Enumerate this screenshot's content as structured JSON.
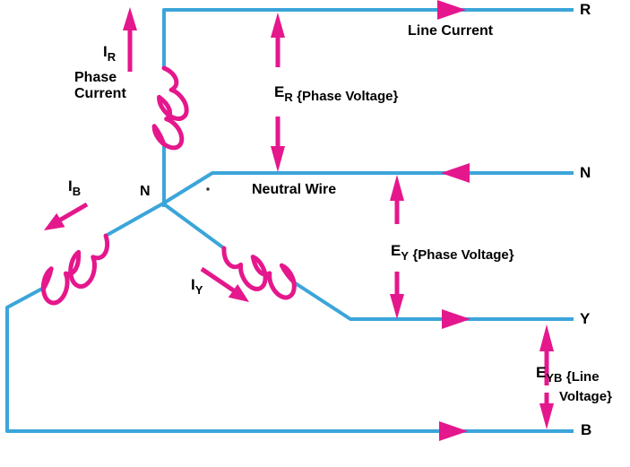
{
  "colors": {
    "wire_blue": "#3BA5DA",
    "accent_pink": "#E5178C",
    "text": "#000000"
  },
  "terminals": {
    "r": "R",
    "n": "N",
    "y": "Y",
    "b": "B"
  },
  "junction": {
    "label": "N"
  },
  "annotations": {
    "line_current": "Line Current",
    "neutral_wire": "Neutral Wire",
    "phase_current": {
      "line1": "Phase",
      "line2": "Current"
    },
    "i_r": {
      "symbol": "I",
      "sub": "R"
    },
    "i_b": {
      "symbol": "I",
      "sub": "B"
    },
    "i_y": {
      "symbol": "I",
      "sub": "Y"
    },
    "e_r": {
      "symbol": "E",
      "sub": "R",
      "note": "{Phase Voltage}"
    },
    "e_y": {
      "symbol": "E",
      "sub": "Y",
      "note": "{Phase Voltage}"
    },
    "e_yb": {
      "symbol": "E",
      "sub": "YB",
      "note_line1": "{Line",
      "note_line2": "Voltage}"
    }
  }
}
